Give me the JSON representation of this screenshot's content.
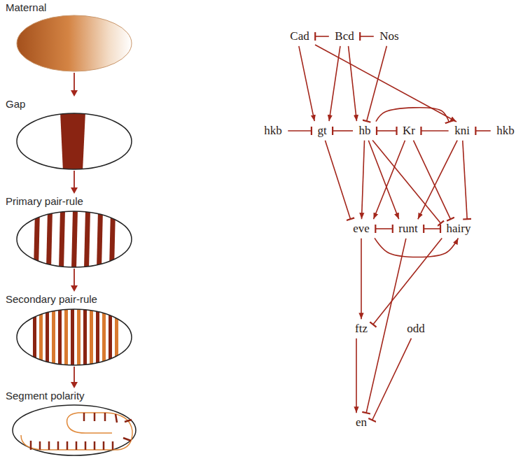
{
  "diagram": {
    "nodes": [
      {
        "text": [
          "Cad"
        ]
      },
      {
        "text": [
          "Bcd"
        ]
      },
      {
        "text": [
          "Nos"
        ]
      },
      {
        "text": [
          "hkb"
        ]
      },
      {
        "text": [
          "gt"
        ]
      },
      {
        "text": [
          "hb"
        ]
      },
      {
        "text": [
          "Kr"
        ]
      },
      {
        "text": [
          "kni"
        ]
      },
      {
        "text": [
          "hkb"
        ]
      },
      {
        "text": [
          "eve"
        ]
      },
      {
        "text": [
          "runt"
        ]
      },
      {
        "text": [
          "hairy"
        ]
      },
      {
        "text": [
          "ftz"
        ]
      },
      {
        "text": [
          "odd"
        ]
      },
      {
        "text": [
          "en"
        ]
      }
    ],
    "edges": [
      {
        "from": 1,
        "to": 0,
        "arrow": "to"
      },
      {
        "from": 2,
        "to": 1,
        "arrow": "to"
      },
      {
        "from": 0,
        "to": 4,
        "arrow": "to"
      },
      {
        "from": 0,
        "to": 7,
        "arrow": "to"
      },
      {
        "from": 1,
        "to": 4,
        "arrow": "to"
      },
      {
        "from": 1,
        "to": 5,
        "arrow": "to"
      },
      {
        "from": 2,
        "to": 5,
        "arrow": "to"
      },
      {
        "from": 3,
        "to": 4,
        "arrow": "to"
      },
      {
        "from": 5,
        "to": 4,
        "arrow": "to"
      },
      {
        "from": 5,
        "to": 6,
        "arrow": "both"
      },
      {
        "from": 7,
        "to": 6,
        "arrow": "to"
      },
      {
        "from": 8,
        "to": 7,
        "arrow": "to"
      },
      {
        "from": 5,
        "to": 7,
        "arrow": "to"
      },
      {
        "from": 4,
        "to": 9,
        "arrow": "to"
      },
      {
        "from": 5,
        "to": 9,
        "arrow": "to"
      },
      {
        "from": 5,
        "to": 10,
        "arrow": "to"
      },
      {
        "from": 5,
        "to": 11,
        "arrow": "to"
      },
      {
        "from": 6,
        "to": 9,
        "arrow": "to"
      },
      {
        "from": 6,
        "to": 11,
        "arrow": "to"
      },
      {
        "from": 7,
        "to": 10,
        "arrow": "to"
      },
      {
        "from": 7,
        "to": 11,
        "arrow": "to"
      },
      {
        "from": 9,
        "to": 10,
        "arrow": "both"
      },
      {
        "from": 10,
        "to": 11,
        "arrow": "both"
      },
      {
        "from": 9,
        "to": 11,
        "arrow": "to"
      },
      {
        "from": 9,
        "to": 12,
        "arrow": "to"
      },
      {
        "from": 11,
        "to": 12,
        "arrow": "to"
      },
      {
        "from": 10,
        "to": 14,
        "arrow": "to"
      },
      {
        "from": 12,
        "to": 14,
        "arrow": "to"
      },
      {
        "from": 13,
        "to": 14,
        "arrow": "to"
      }
    ],
    "labels": [
      "Maternal",
      "Gap",
      "Primary pair-rule",
      "Secondary pair-rule",
      "Segment polarity"
    ]
  }
}
